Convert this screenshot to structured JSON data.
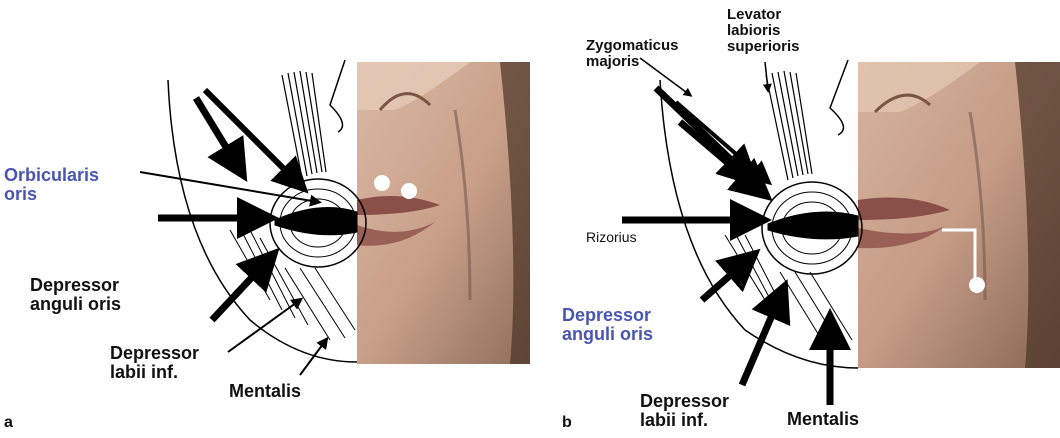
{
  "panel_a": {
    "letter": "a",
    "labels": {
      "orbicularis_line1": "Orbicularis",
      "orbicularis_line2": "oris",
      "depressor_anguli_line1": "Depressor",
      "depressor_anguli_line2": "anguli oris",
      "depressor_labii_line1": "Depressor",
      "depressor_labii_line2": "labii inf.",
      "mentalis": "Mentalis"
    }
  },
  "panel_b": {
    "letter": "b",
    "labels": {
      "zygomaticus_line1": "Zygomaticus",
      "zygomaticus_line2": "majoris",
      "levator_line1": "Levator",
      "levator_line2": "labioris",
      "levator_line3": "superioris",
      "rizorius": "Rizorius",
      "depressor_anguli_line1": "Depressor",
      "depressor_anguli_line2": "anguli oris",
      "depressor_labii_line1": "Depressor",
      "depressor_labii_line2": "labii inf.",
      "mentalis": "Mentalis"
    }
  },
  "colors": {
    "highlight_label": "#4a55b0",
    "label": "#111111",
    "skin": "#c9a18a"
  }
}
